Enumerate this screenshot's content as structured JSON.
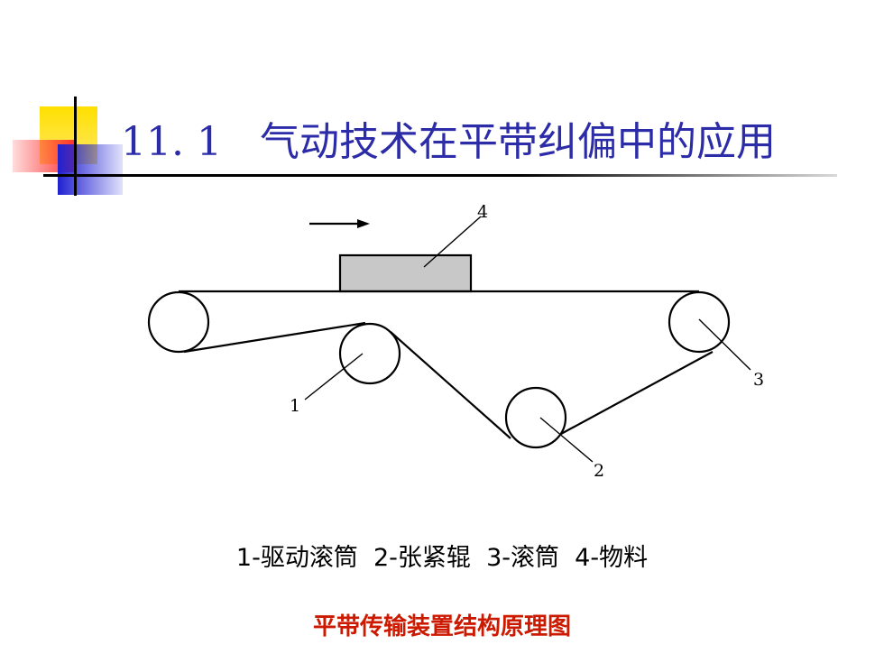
{
  "title": {
    "number": "11. 1",
    "text": "气动技术在平带纠偏中的应用"
  },
  "diagram": {
    "labels": {
      "drive": "1",
      "tension": "2",
      "roller": "3",
      "material": "4"
    }
  },
  "legend": "1-驱动滚筒  2-张紧辊  3-滚筒  4-物料",
  "caption": "平带传输装置结构原理图",
  "colors": {
    "title": "#2c2ca8",
    "caption": "#cc1a00",
    "deco_yellow": "#ffd700",
    "deco_red": "#ff3b3b",
    "deco_blue": "#2a2ad0"
  }
}
